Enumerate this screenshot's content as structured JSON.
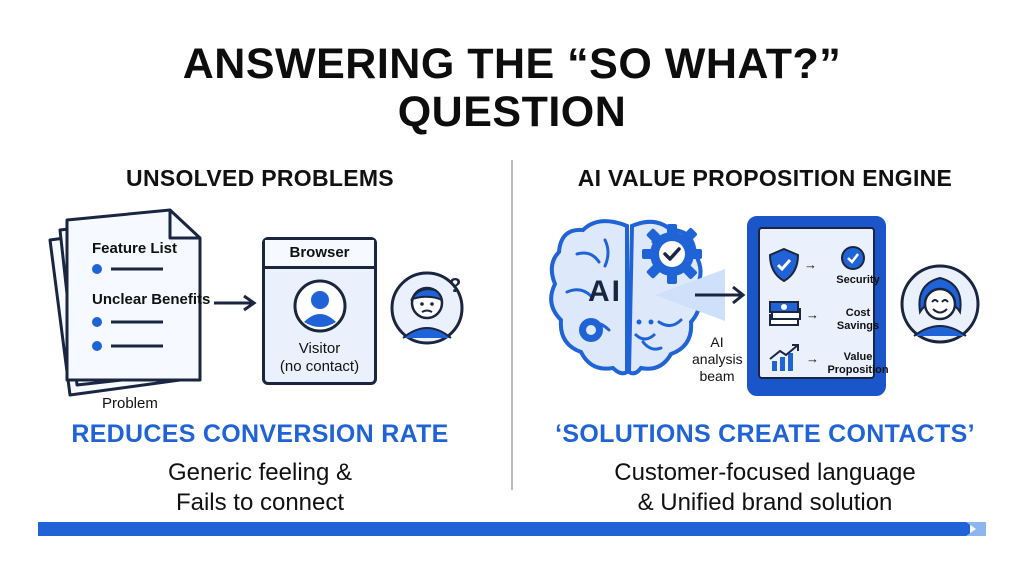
{
  "title": {
    "line1": "ANSWERING THE “SO WHAT?”",
    "line2": "QUESTION"
  },
  "left": {
    "heading": "UNSOLVED PROBLEMS",
    "doc": {
      "item1": "Feature List",
      "item2": "Unclear Benefits",
      "caption": "Problem"
    },
    "browser": {
      "bar_label": "Browser",
      "visitor_line1": "Visitor",
      "visitor_line2": "(no contact)"
    },
    "result": "REDUCES CONVERSION RATE",
    "desc_line1": "Generic feeling &",
    "desc_line2": "Fails to connect"
  },
  "right": {
    "heading": "AI VALUE PROPOSITION ENGINE",
    "brain_label": "AI",
    "beam_line1": "AI",
    "beam_line2": "analysis",
    "beam_line3": "beam",
    "tablet": {
      "security": "Security",
      "cost_line1": "Cost",
      "cost_line2": "Savings",
      "value_line1": "Value",
      "value_line2": "Proposition"
    },
    "result": "‘SOLUTIONS CREATE CONTACTS’",
    "desc_line1": "Customer-focused language",
    "desc_line2": "& Unified brand solution"
  },
  "colors": {
    "accent_blue": "#1f63d6",
    "dark_navy": "#1a2540",
    "light_blue": "#eaf1fd"
  }
}
